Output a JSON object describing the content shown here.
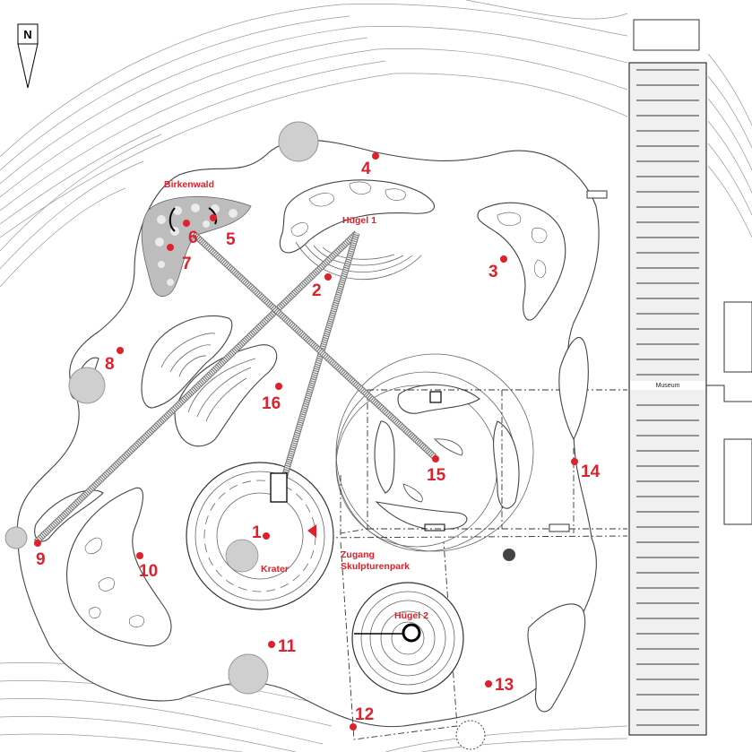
{
  "north_arrow": {
    "label": "N"
  },
  "area_labels": {
    "birkenwald": "Birkenwald",
    "huegel1": "Hügel 1",
    "huegel2": "Hügel 2",
    "krater": "Krater",
    "zugang_line1": "Zugang",
    "zugang_line2": "Skulpturenpark",
    "museum": "Museum"
  },
  "markers": [
    {
      "number": "1"
    },
    {
      "number": "2"
    },
    {
      "number": "3"
    },
    {
      "number": "4"
    },
    {
      "number": "5"
    },
    {
      "number": "6"
    },
    {
      "number": "7"
    },
    {
      "number": "8"
    },
    {
      "number": "9"
    },
    {
      "number": "10"
    },
    {
      "number": "11"
    },
    {
      "number": "12"
    },
    {
      "number": "13"
    },
    {
      "number": "14"
    },
    {
      "number": "15"
    },
    {
      "number": "16"
    }
  ],
  "colors": {
    "marker": "#e0202a",
    "line": "#444444",
    "contour": "#9a9a9a",
    "tree": "#cfcfcf"
  }
}
